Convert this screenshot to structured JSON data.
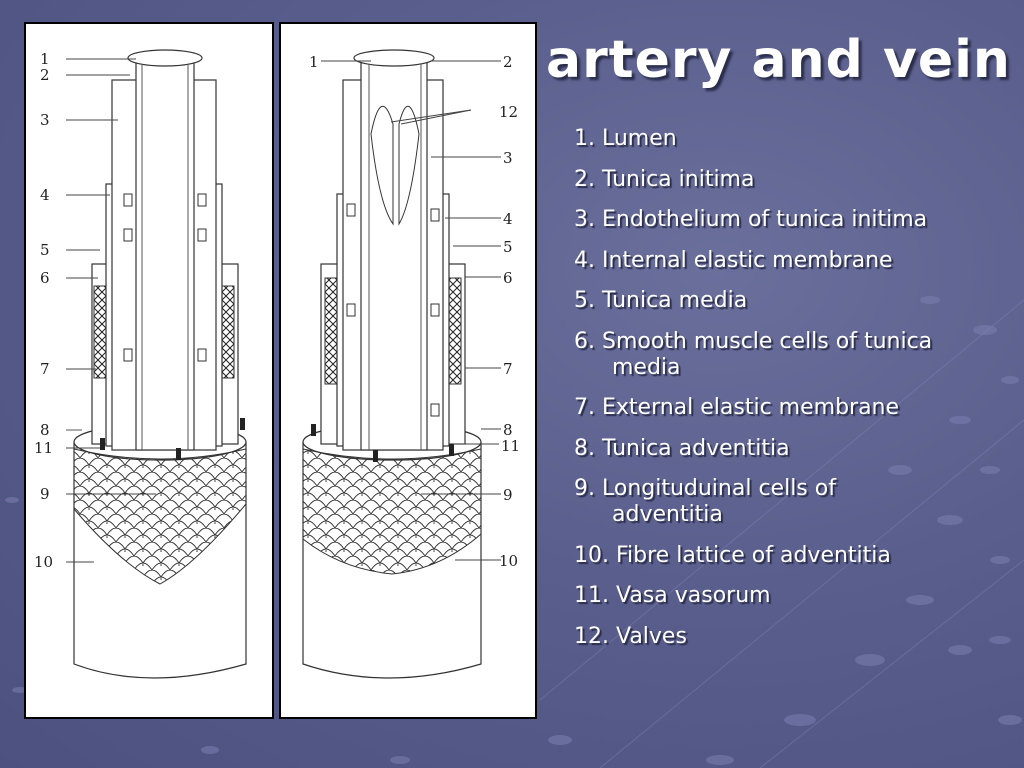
{
  "slide": {
    "title": "artery and vein",
    "legend": [
      {
        "line1": "1. Lumen"
      },
      {
        "line1": "2. Tunica initima"
      },
      {
        "line1": "3. Endothelium of tunica initima"
      },
      {
        "line1": "4. Internal elastic membrane"
      },
      {
        "line1": "5. Tunica media"
      },
      {
        "line1": "6. Smooth muscle cells of tunica",
        "line2": "media"
      },
      {
        "line1": "7. External elastic membrane"
      },
      {
        "line1": "8. Tunica adventitia"
      },
      {
        "line1": "9. Longituduinal cells of",
        "line2": "adventitia"
      },
      {
        "line1": "10. Fibre lattice of adventitia"
      },
      {
        "line1": "11. Vasa vasorum"
      },
      {
        "line1": "12. Valves"
      }
    ]
  },
  "artery_figure": {
    "labels": [
      "1",
      "2",
      "3",
      "4",
      "5",
      "6",
      "7",
      "8",
      "11",
      "9",
      "10"
    ]
  },
  "vein_figure": {
    "labels": [
      "1",
      "2",
      "12",
      "3",
      "4",
      "5",
      "6",
      "7",
      "8",
      "11",
      "9",
      "10"
    ]
  }
}
